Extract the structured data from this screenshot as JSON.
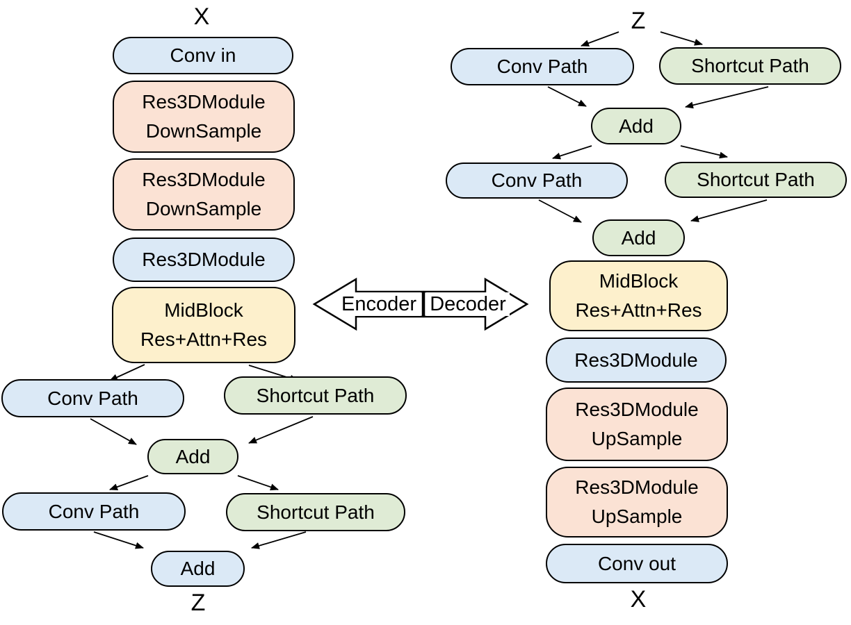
{
  "labels": {
    "encoder_arrow": "Encoder",
    "decoder_arrow": "Decoder"
  },
  "encoder_column": {
    "input": "X",
    "conv_in": "Conv in",
    "down1": "Res3DModule\nDownSample",
    "down2": "Res3DModule\nDownSample",
    "res3d": "Res3DModule",
    "midblock": "MidBlock\nRes+Attn+Res",
    "conv_path1": "Conv Path",
    "shortcut_path1": "Shortcut Path",
    "add1": "Add",
    "conv_path2": "Conv Path",
    "shortcut_path2": "Shortcut Path",
    "add2": "Add",
    "output": "Z"
  },
  "decoder_column": {
    "input": "Z",
    "conv_path1": "Conv Path",
    "shortcut_path1": "Shortcut Path",
    "add1": "Add",
    "conv_path2": "Conv Path",
    "shortcut_path2": "Shortcut Path",
    "add2": "Add",
    "midblock": "MidBlock\nRes+Attn+Res",
    "res3d": "Res3DModule",
    "up1": "Res3DModule\nUpSample",
    "up2": "Res3DModule\nUpSample",
    "conv_out": "Conv out",
    "output": "X"
  },
  "colors": {
    "conv_blue": "#dbe9f6",
    "res_salmon": "#fbe2d4",
    "mid_yellow": "#fdf0cc",
    "shortcut_green": "#dfebd5",
    "arrow_fill": "#ffffff",
    "border": "#000000"
  }
}
